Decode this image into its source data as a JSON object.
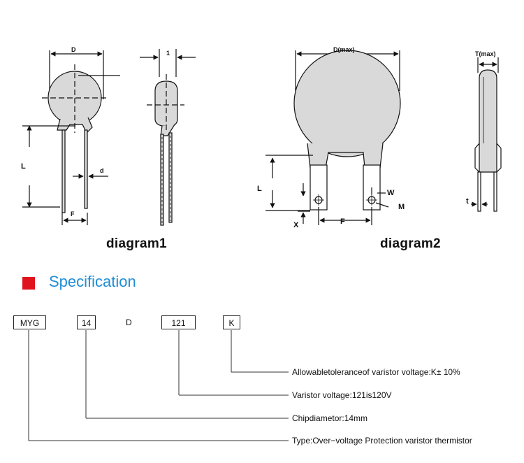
{
  "diagram1": {
    "caption": "diagram1",
    "labels": {
      "D": "D",
      "L": "L",
      "d": "d",
      "F": "F",
      "T": "1"
    }
  },
  "diagram2": {
    "caption": "diagram2",
    "labels": {
      "D": "D(max)",
      "L": "L",
      "F": "F",
      "X": "X",
      "W": "W",
      "M": "M",
      "T": "T(max)",
      "t": "t"
    }
  },
  "specification": {
    "title": "Specification",
    "accent_color": "#e0141e",
    "title_color": "#1f8dd6",
    "code": {
      "part1": "MYG",
      "part2": "14",
      "part3": "D",
      "part4": "121",
      "part5": "K"
    },
    "descriptions": {
      "tolerance": "Allowabletoleranceof varistor voltage:K± 10%",
      "voltage": "Varistor voltage:121is120V",
      "diameter": "Chipdiametor:14mm",
      "type": "Type:Over−voltage Protection varistor thermistor"
    }
  }
}
